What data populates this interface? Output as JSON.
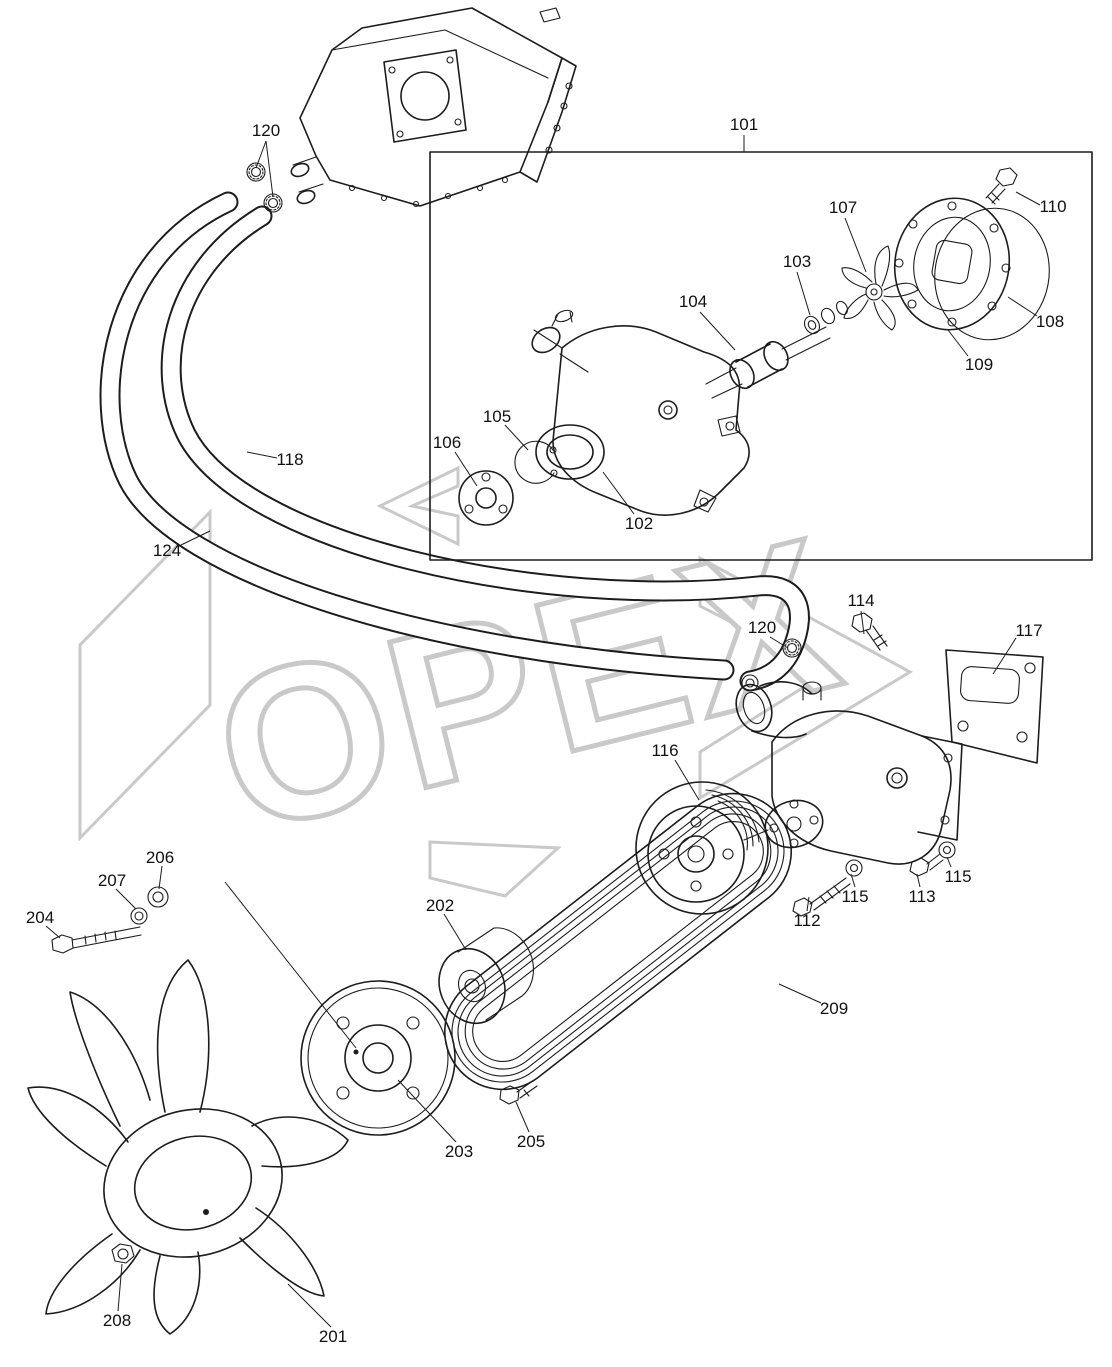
{
  "watermark": {
    "text": "OPEX"
  },
  "callouts": [
    {
      "id": "120-top",
      "text": "120"
    },
    {
      "id": "101",
      "text": "101"
    },
    {
      "id": "110",
      "text": "110"
    },
    {
      "id": "107",
      "text": "107"
    },
    {
      "id": "103",
      "text": "103"
    },
    {
      "id": "104",
      "text": "104"
    },
    {
      "id": "108",
      "text": "108"
    },
    {
      "id": "109",
      "text": "109"
    },
    {
      "id": "105",
      "text": "105"
    },
    {
      "id": "106",
      "text": "106"
    },
    {
      "id": "102",
      "text": "102"
    },
    {
      "id": "118",
      "text": "118"
    },
    {
      "id": "124",
      "text": "124"
    },
    {
      "id": "114",
      "text": "114"
    },
    {
      "id": "117",
      "text": "117"
    },
    {
      "id": "120-mid",
      "text": "120"
    },
    {
      "id": "116",
      "text": "116"
    },
    {
      "id": "115-left",
      "text": "115"
    },
    {
      "id": "115-right",
      "text": "115"
    },
    {
      "id": "113",
      "text": "113"
    },
    {
      "id": "112",
      "text": "112"
    },
    {
      "id": "209",
      "text": "209"
    },
    {
      "id": "206",
      "text": "206"
    },
    {
      "id": "207",
      "text": "207"
    },
    {
      "id": "204",
      "text": "204"
    },
    {
      "id": "202",
      "text": "202"
    },
    {
      "id": "203",
      "text": "203"
    },
    {
      "id": "205",
      "text": "205"
    },
    {
      "id": "208",
      "text": "208"
    },
    {
      "id": "201",
      "text": "201"
    }
  ]
}
